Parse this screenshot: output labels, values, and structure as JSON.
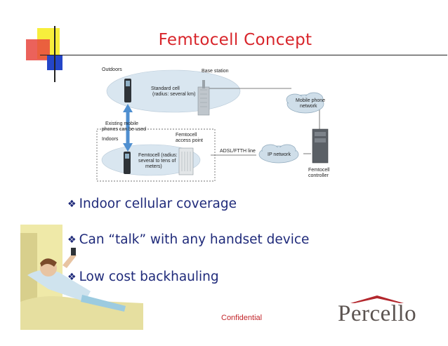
{
  "slide": {
    "title": "Femtocell Concept",
    "footer": "Confidential",
    "logo_text": "Percello"
  },
  "diagram": {
    "labels": {
      "outdoors": "Outdoors",
      "base_station": "Base station",
      "standard_cell_1": "Standard cell",
      "standard_cell_2": "(radius: several km)",
      "mobile_network_1": "Mobile phone",
      "mobile_network_2": "network",
      "existing_1": "Existing mobile",
      "existing_2": "phones can be used",
      "indoors": "Indoors",
      "femto_ap_1": "Femtocell",
      "femto_ap_2": "access point",
      "femto_cell_1": "Femtocell (radius:",
      "femto_cell_2": "several to tens of",
      "femto_cell_3": "meters)",
      "adsl": "ADSL/FTTH line",
      "ip_network": "IP network",
      "controller_1": "Femtocell",
      "controller_2": "controller"
    }
  },
  "bullets": [
    "Indoor cellular coverage",
    "Can “talk” with any handset device",
    "Low cost backhauling"
  ],
  "colors": {
    "title": "#d8252b",
    "bullet_text": "#1f2a7a",
    "footer": "#c2252a",
    "logo_roof": "#b3272d"
  }
}
